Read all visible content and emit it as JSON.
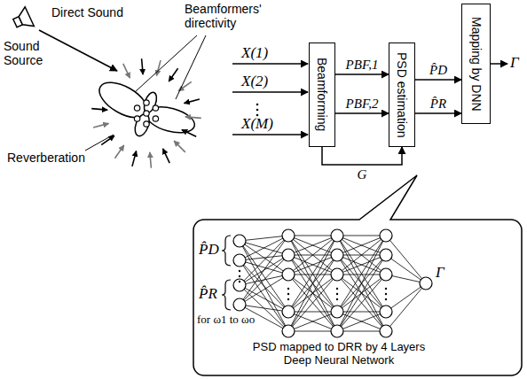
{
  "diagram": {
    "nodes": [
      {
        "text": [
          "Beamforming"
        ]
      },
      {
        "text": [
          "PSD estimation"
        ]
      },
      {
        "text": [
          "Mapping by DNN"
        ]
      },
      {
        "text": [
          "PSD mapped to DRR by 4 Layers Deep Neural Network"
        ]
      }
    ],
    "edges": [
      {
        "from": 0,
        "to": 1,
        "label": "PBF,1",
        "arrow": "to"
      },
      {
        "from": 0,
        "to": 1,
        "label": "PBF,2",
        "arrow": "to"
      },
      {
        "from": 0,
        "to": 1,
        "label": "G",
        "arrow": "to"
      },
      {
        "from": 1,
        "to": 2,
        "label": "P̂D",
        "arrow": "to"
      },
      {
        "from": 1,
        "to": 2,
        "label": "P̂R",
        "arrow": "to"
      }
    ],
    "labels": [
      "Sound Source",
      "Direct Sound",
      "Beamformers' directivity",
      "Reverberation",
      "X(1)",
      "X(2)",
      "X(M)",
      "Γ",
      "P̂D",
      "P̂R",
      "for ω1 to ωo",
      "Γ"
    ]
  }
}
